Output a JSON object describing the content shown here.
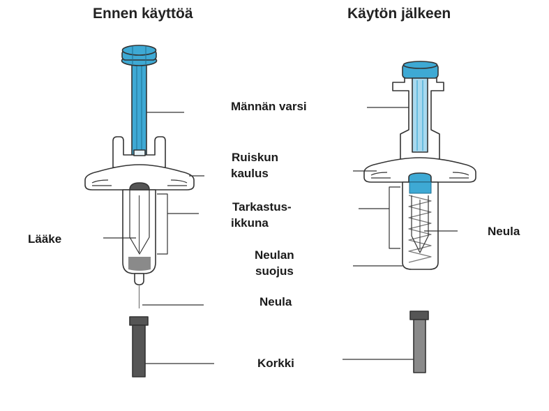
{
  "titles": {
    "before": "Ennen käyttöä",
    "after": "Käytön jälkeen"
  },
  "labels": {
    "plunger_rod": "Männän varsi",
    "syringe_collar_line1": "Ruiskun",
    "syringe_collar_line2": "kaulus",
    "inspection_window_line1": "Tarkastus-",
    "inspection_window_line2": "ikkuna",
    "medicine": "Lääke",
    "needle_shield_line1": "Neulan",
    "needle_shield_line2": "suojus",
    "needle": "Neula",
    "needle_after": "Neula",
    "cap": "Korkki"
  },
  "colors": {
    "plunger_blue": "#3ea9d4",
    "outline": "#333333",
    "cap_gray": "#8a8a8a",
    "cap_dark": "#555555"
  }
}
